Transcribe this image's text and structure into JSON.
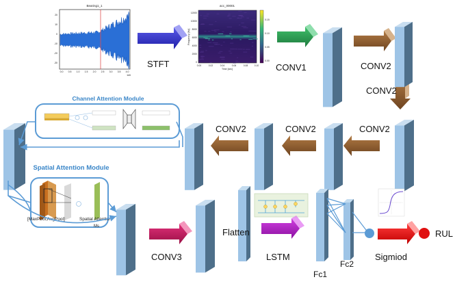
{
  "input": {
    "signal_title": "Bearing1_1",
    "signal_y_ticks": [
      "20",
      "10",
      "0",
      "-10",
      "-20",
      "-30"
    ],
    "signal_x_ticks": [
      "0.0",
      "0.5",
      "1.0",
      "1.5",
      "2.0",
      "2.5",
      "3.0",
      "3.5",
      "4.0"
    ],
    "signal_x_exp": "1e6",
    "spectrogram_title": "acc_00001",
    "spectrogram_xlabel": "Time [sec]",
    "spectrogram_ylabel": "Frequency [Hz]",
    "spectrogram_y_ticks": [
      "12000",
      "10000",
      "8000",
      "6000",
      "4000",
      "2000",
      "0"
    ],
    "spectrogram_x_ticks": [
      "0.00",
      "0.02",
      "0.04",
      "0.06",
      "0.08",
      "0.10"
    ],
    "colorbar_ticks": [
      "0.15",
      "0.10",
      "0.05",
      "0.00"
    ]
  },
  "labels": {
    "stft": "STFT",
    "conv1": "CONV1",
    "conv2_a": "CONV2",
    "conv2_b": "CONV2",
    "conv2_c": "CONV2",
    "conv2_d": "CONV2",
    "conv2_e": "CONV2",
    "conv3": "CONV3",
    "flatten": "Flatten",
    "lstm": "LSTM",
    "fc1": "Fc1",
    "fc2": "Fc2",
    "sigmoid": "Sigmiod",
    "rul": "RUL"
  },
  "modules": {
    "channel_attention": "Channel Attention Module",
    "spatial_attention": "Spatial Attention Module",
    "pool_label": "[MaxPool,AvgPool]",
    "spatial_attention_inner": "Spatial Attention",
    "spatial_attention_sub": "Ms"
  },
  "colors": {
    "block_front": "#9ec4e6",
    "block_side": "#4e6f8a",
    "stft_arrow": "#3a3ad0",
    "conv1_arrow": "#2e9a55",
    "conv2_arrow": "#8b5a2b",
    "conv3_arrow": "#c0185a",
    "lstm_arrow": "#b020c0",
    "sigmoid_arrow": "#e01010",
    "module_border": "#5b9bd5",
    "module_title": "#3a86c8",
    "rul_dot": "#e01010",
    "fc_dot": "#5b9bd5"
  }
}
